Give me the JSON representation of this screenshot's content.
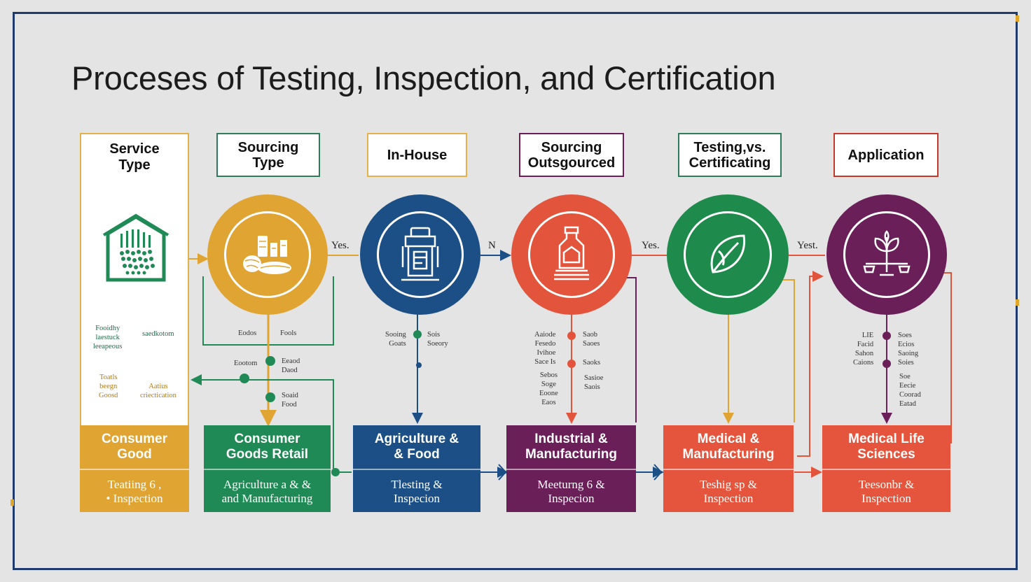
{
  "title": "Proceses of Testing,  Inspection,  and Certification",
  "colors": {
    "frame": "#1e3a6e",
    "gold": "#e0a432",
    "green": "#1f8a55",
    "blue": "#1b4f85",
    "red": "#e2543c",
    "dark_green": "#1e8a4c",
    "purple": "#6a1f58",
    "orange_red": "#e5553d"
  },
  "service_column": {
    "label": "Service\nType"
  },
  "headers": [
    {
      "label": "Sourcing\nType"
    },
    {
      "label": "In-House"
    },
    {
      "label": "Sourcing\nOutsgourced"
    },
    {
      "label": "Testing,vs.\nCertificating"
    },
    {
      "label": "Application"
    }
  ],
  "circles": [
    {
      "icon": "food-products-icon"
    },
    {
      "icon": "lab-device-icon"
    },
    {
      "icon": "bottle-icon"
    },
    {
      "icon": "leaf-icon"
    },
    {
      "icon": "plant-scale-icon"
    }
  ],
  "connector_labels": [
    {
      "text": "Yes."
    },
    {
      "text": "N"
    },
    {
      "text": "Yes."
    },
    {
      "text": "Yest."
    }
  ],
  "notes": [
    {
      "text": "Fooidhy\nlaestuck\nleeapeous"
    },
    {
      "text": "saedkotom"
    },
    {
      "text": "Toatls\nbeegn\nGoosd"
    },
    {
      "text": "Aatius\ncriectication"
    },
    {
      "text": "Eodos"
    },
    {
      "text": "Fools"
    },
    {
      "text": "Eootom"
    },
    {
      "text": "Eeaod\nDaod"
    },
    {
      "text": "Soaid\nFood"
    },
    {
      "text": "Sooing\nGoats"
    },
    {
      "text": "Sois\nSoeory"
    },
    {
      "text": "Aaiode\nFesedo\nIvihoe\nSace Is"
    },
    {
      "text": "Saob\nSaoes"
    },
    {
      "text": "Saoks"
    },
    {
      "text": "Sebos\nSoge\nEoone\nEaos"
    },
    {
      "text": "Sasioe\nSaois"
    },
    {
      "text": "LIE\nFacid\nSahon\nCaions"
    },
    {
      "text": "Soes\nEcios\nSaoing\nSoies"
    },
    {
      "text": "Soe\nEecie\nCoorad\nEatad"
    }
  ],
  "boxes": [
    {
      "title": "Consumer\nGood",
      "sub": "Teatiing 6 ,\n• Inspection"
    },
    {
      "title": "Consumer\nGoods Retail",
      "sub": "Agriculture a & &\nand Manufacturing"
    },
    {
      "title": "Agriculture &\n& Food",
      "sub": "Tlesting &\nInspecion"
    },
    {
      "title": "Industrial &\nManufacturing",
      "sub": "Meeturng 6 &\nInspecion"
    },
    {
      "title": "Medical &\nManufacturing",
      "sub": "Teshig sp &\nInspection"
    },
    {
      "title": "Medical Life\nSciences",
      "sub": "Teesonbr &\nInspection"
    }
  ]
}
